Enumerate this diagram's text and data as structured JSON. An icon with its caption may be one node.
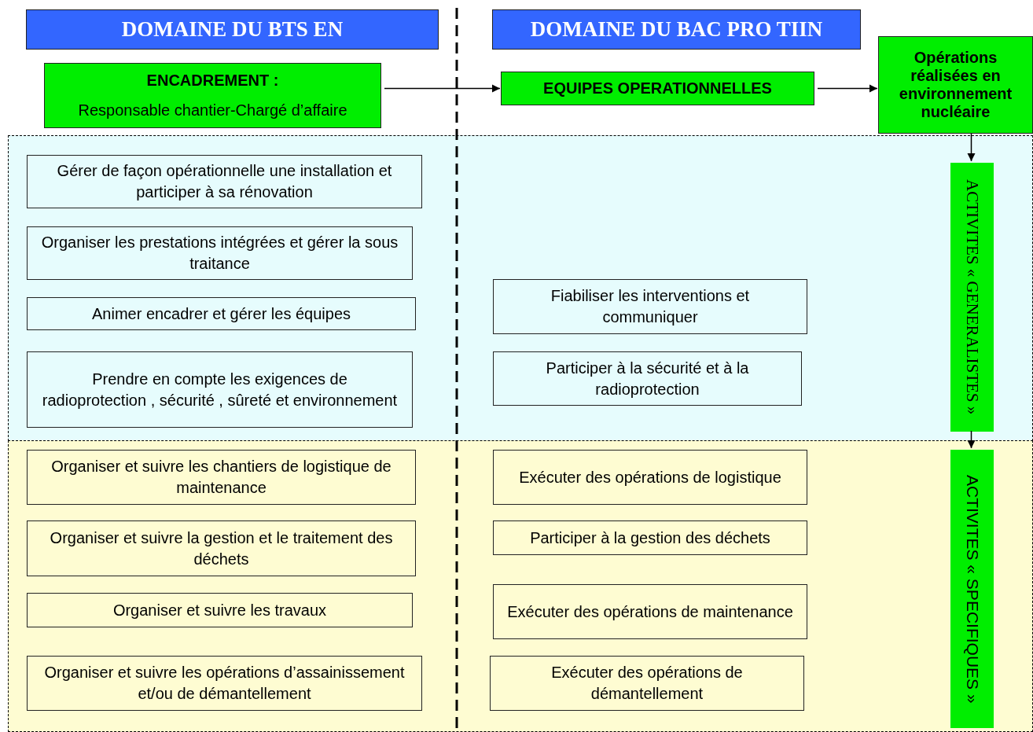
{
  "diagram": {
    "nodes": [
      {
        "text": [
          "DOMAINE DU BTS EN"
        ]
      },
      {
        "text": [
          "DOMAINE DU BAC PRO TIIN"
        ]
      },
      {
        "text": [
          "ENCADREMENT :",
          "Responsable chantier-Chargé d’affaire"
        ]
      },
      {
        "text": [
          "EQUIPES OPERATIONNELLES"
        ]
      },
      {
        "text": [
          "Opérations réalisées en environnement nucléaire"
        ]
      },
      {
        "text": [],
        "shape": "box"
      },
      {
        "text": [
          "Gérer de façon opérationnelle une installation et participer à sa rénovation"
        ],
        "in": 5
      },
      {
        "text": [
          "Organiser les prestations intégrées et gérer la sous traitance"
        ],
        "in": 5
      },
      {
        "text": [
          "Animer encadrer et gérer les équipes"
        ],
        "in": 5
      },
      {
        "text": [
          "Prendre en compte les exigences de radioprotection , sécurité , sûreté et environnement"
        ],
        "in": 5
      },
      {
        "text": [
          "Fiabiliser les interventions et communiquer"
        ],
        "in": 5
      },
      {
        "text": [
          "Participer à la sécurité et à la radioprotection"
        ],
        "in": 5
      },
      {
        "text": [
          "ACTIVITES « GENERALISTES »"
        ],
        "in": 5
      },
      {
        "text": [],
        "shape": "box"
      },
      {
        "text": [
          "Organiser et suivre les chantiers de logistique de maintenance"
        ],
        "in": 13
      },
      {
        "text": [
          "Organiser et suivre la gestion et le traitement des déchets"
        ],
        "in": 13
      },
      {
        "text": [
          "Organiser et suivre les travaux"
        ],
        "in": 13
      },
      {
        "text": [
          "Organiser et suivre les opérations d’assainissement et/ou de démantellement"
        ],
        "in": 13
      },
      {
        "text": [
          "Exécuter des opérations de logistique"
        ],
        "in": 13
      },
      {
        "text": [
          "Participer à la gestion des déchets"
        ],
        "in": 13
      },
      {
        "text": [
          "Exécuter des opérations de maintenance"
        ],
        "in": 13
      },
      {
        "text": [
          "Exécuter des opérations de démantellement"
        ],
        "in": 13
      },
      {
        "text": [
          "ACTIVITES « SPECIFIQUES »"
        ],
        "in": 13
      }
    ],
    "edges": [
      {
        "from": 2,
        "to": 3,
        "arrow": "to"
      },
      {
        "from": 3,
        "to": 4,
        "arrow": "to"
      },
      {
        "from": 4,
        "to": 12,
        "arrow": "to"
      },
      {
        "from": 12,
        "to": 22,
        "arrow": "to"
      }
    ]
  }
}
